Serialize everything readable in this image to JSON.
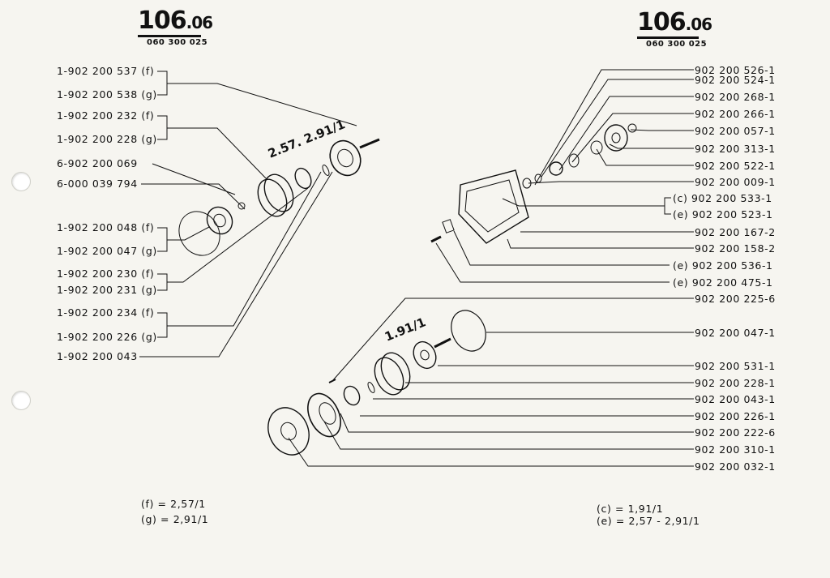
{
  "page": {
    "code_left": {
      "main": "106",
      "sub": ".06",
      "subcode": "060 300 025"
    },
    "code_right": {
      "main": "106",
      "sub": ".06",
      "subcode": "060 300 025"
    }
  },
  "left_parts": [
    "1-902 200 537 (f)",
    "1-902 200 538 (g)",
    "1-902 200 232 (f)",
    "1-902 200 228 (g)",
    "6-902 200 069",
    "6-000 039 794",
    "1-902 200 048 (f)",
    "1-902 200 047 (g)",
    "1-902 200 230 (f)",
    "1-902 200 231 (g)",
    "1-902 200 234 (f)",
    "1-902 200 226 (g)",
    "1-902 200 043"
  ],
  "right_parts": [
    "902 200 526-1",
    "902 200 524-1",
    "902 200 268-1",
    "902 200 266-1",
    "902 200 057-1",
    "902 200 313-1",
    "902 200 522-1",
    "902 200 009-1",
    "(c) 902 200 533-1",
    "(e) 902 200 523-1",
    "902 200 167-2",
    "902 200 158-2",
    "(e) 902 200 536-1",
    "(e) 902 200 475-1",
    "902 200 225-6",
    "902 200 047-1",
    "902 200 531-1",
    "902 200 228-1",
    "902 200 043-1",
    "902 200 226-1",
    "902 200 222-6",
    "902 200 310-1",
    "902 200 032-1"
  ],
  "ratios": {
    "upper": "2.57. 2.91/1",
    "lower": "1.91/1"
  },
  "legend_left": [
    "(f) = 2,57/1",
    "(g) = 2,91/1"
  ],
  "legend_right": [
    "(c) = 1,91/1",
    "(e) = 2,57 - 2,91/1"
  ]
}
